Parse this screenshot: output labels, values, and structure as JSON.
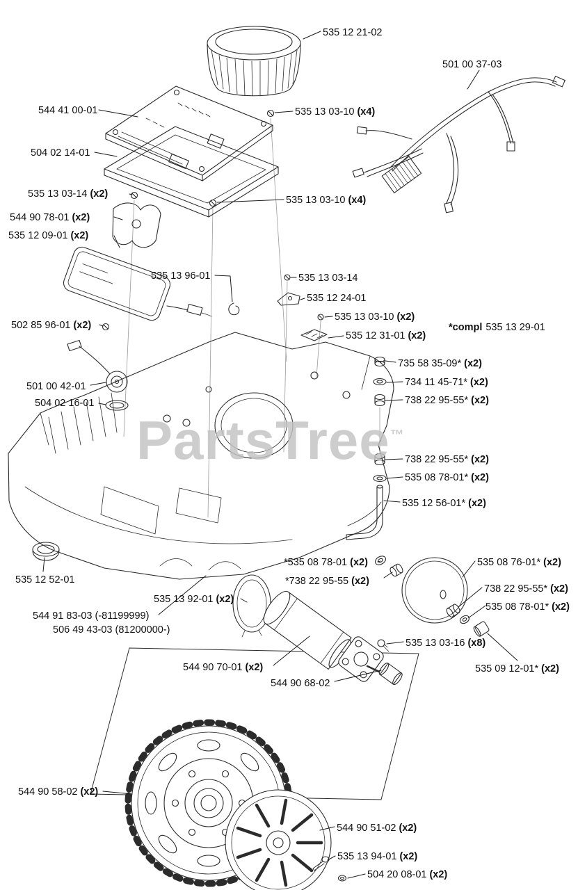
{
  "watermark": {
    "text": "PartsTree",
    "tm": "™"
  },
  "labels": {
    "l1": {
      "part": "535 12 21-02",
      "qty": ""
    },
    "l2": {
      "part": "501 00 37-03",
      "qty": ""
    },
    "l3": {
      "part": "544 41 00-01",
      "qty": ""
    },
    "l4": {
      "part": "535 13 03-10",
      "qty": "(x4)"
    },
    "l5": {
      "part": "504 02 14-01",
      "qty": ""
    },
    "l6": {
      "part": "535 13 03-14",
      "qty": "(x2)"
    },
    "l7": {
      "part": "535 13 03-10",
      "qty": "(x4)"
    },
    "l8": {
      "part": "544 90 78-01",
      "qty": "(x2)"
    },
    "l9": {
      "part": "535 12 09-01",
      "qty": "(x2)"
    },
    "l10": {
      "part": "535 13 96-01",
      "qty": ""
    },
    "l11": {
      "part": "535 13 03-14",
      "qty": ""
    },
    "l12": {
      "part": "535 12 24-01",
      "qty": ""
    },
    "l13": {
      "part": "502 85 96-01",
      "qty": "(x2)"
    },
    "l14": {
      "part": "535 13 03-10",
      "qty": "(x2)"
    },
    "l15": {
      "part": "535 12 31-01",
      "qty": "(x2)"
    },
    "l16": {
      "prefix": "*compl",
      "part": "535 13 29-01"
    },
    "l17": {
      "part": "735 58 35-09*",
      "qty": "(x2)"
    },
    "l18": {
      "part": "734 11 45-71*",
      "qty": "(x2)"
    },
    "l19": {
      "part": "738 22 95-55*",
      "qty": "(x2)"
    },
    "l20": {
      "part": "501 00 42-01",
      "qty": ""
    },
    "l21": {
      "part": "504 02 16-01",
      "qty": ""
    },
    "l22": {
      "part": "738 22 95-55*",
      "qty": "(x2)"
    },
    "l23": {
      "part": "535 08 78-01*",
      "qty": "(x2)"
    },
    "l24": {
      "part": "535 12 56-01*",
      "qty": "(x2)"
    },
    "l25": {
      "part": "535 12 52-01",
      "qty": ""
    },
    "l26": {
      "part": "*535 08 78-01",
      "qty": "(x2)"
    },
    "l27": {
      "part": "*738 22 95-55",
      "qty": "(x2)"
    },
    "l28": {
      "part": "535 08 76-01*",
      "qty": "(x2)"
    },
    "l29": {
      "part": "738 22 95-55*",
      "qty": "(x2)"
    },
    "l30": {
      "part": "535 08 78-01*",
      "qty": "(x2)"
    },
    "l31": {
      "part": "535 13 92-01",
      "qty": "(x2)"
    },
    "l32": {
      "line1": "544 91 83-03 (-81199999)",
      "line2": "506 49 43-03 (81200000-)"
    },
    "l33": {
      "part": "535 13 03-16",
      "qty": "(x8)"
    },
    "l34": {
      "part": "544 90 70-01",
      "qty": "(x2)"
    },
    "l35": {
      "part": "544 90 68-02",
      "qty": ""
    },
    "l36": {
      "part": "535 09 12-01*",
      "qty": "(x2)"
    },
    "l37": {
      "part": "544 90 58-02",
      "qty": "(x2)"
    },
    "l38": {
      "part": "544 90 51-02",
      "qty": "(x2)"
    },
    "l39": {
      "part": "535 13 94-01",
      "qty": "(x2)"
    },
    "l40": {
      "part": "504 20 08-01",
      "qty": "(x2)"
    }
  }
}
